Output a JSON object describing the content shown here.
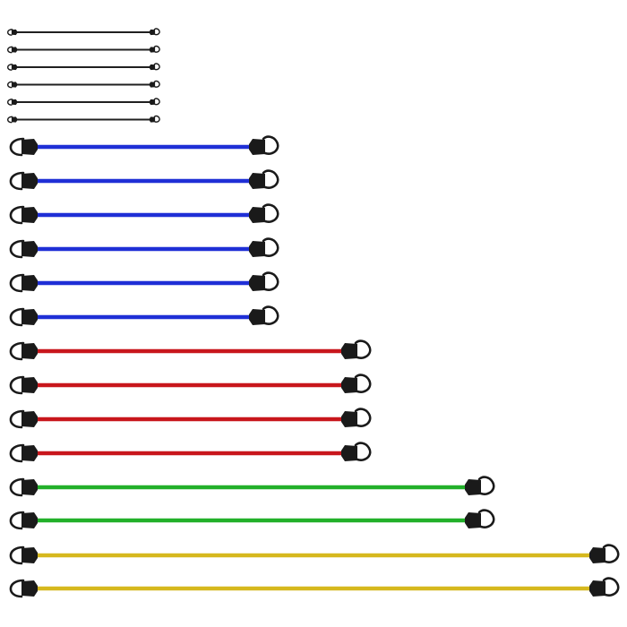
{
  "image": {
    "background": "#ffffff",
    "hook_color": "#1a1a1a",
    "groups": [
      {
        "name": "mini-black",
        "color": "#202020",
        "count": 6,
        "size": "small"
      },
      {
        "name": "blue",
        "color": "#1f2fd6",
        "count": 6,
        "size": "medium"
      },
      {
        "name": "red",
        "color": "#c8161c",
        "count": 4,
        "size": "long"
      },
      {
        "name": "green",
        "color": "#22b02a",
        "count": 2,
        "size": "longer"
      },
      {
        "name": "yellow",
        "color": "#d6b81e",
        "count": 2,
        "size": "longest"
      }
    ]
  }
}
